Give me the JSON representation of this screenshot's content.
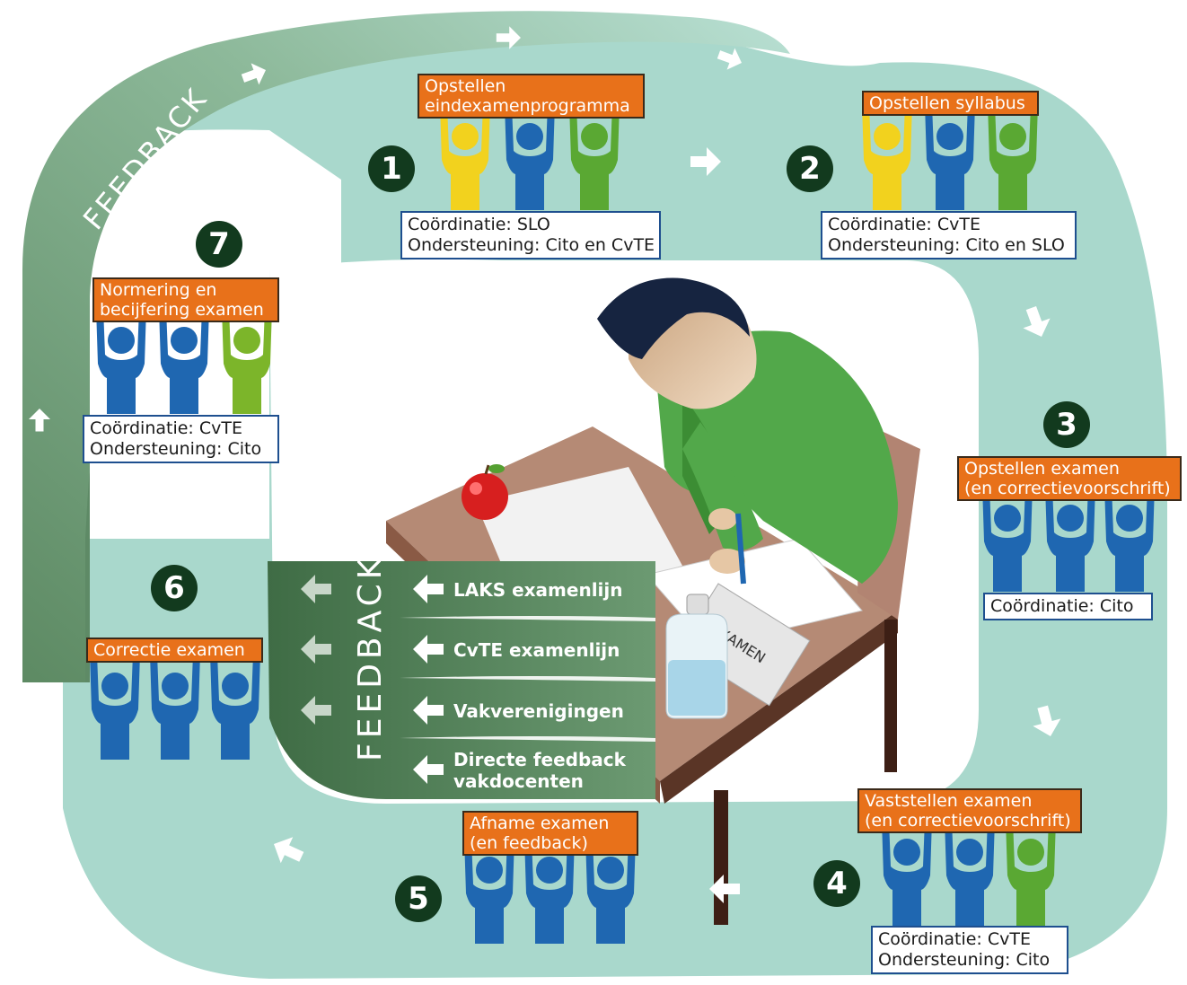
{
  "feedback_arc_label": "FEEDBACK",
  "feedback_panel_label": "FEEDBACK",
  "feedback_channels": [
    "LAKS examenlijn",
    "CvTE examenlijn",
    "Vakverenigingen",
    "Directe feedback vakdocenten"
  ],
  "feedback_channels_lines": {
    "directe_line1": "Directe feedback",
    "directe_line2": "vakdocenten"
  },
  "steps": [
    {
      "number": "1",
      "title_line1": "Opstellen",
      "title_line2": "eindexamenprogramma",
      "info_line1": "Coördinatie: SLO",
      "info_line2": "Ondersteuning: Cito en CvTE"
    },
    {
      "number": "2",
      "title_line1": "Opstellen syllabus",
      "info_line1": "Coördinatie: CvTE",
      "info_line2": "Ondersteuning: Cito en SLO"
    },
    {
      "number": "3",
      "title_line1": "Opstellen examen",
      "title_line2": "(en correctievoorschrift)",
      "info_line1": "Coördinatie: Cito"
    },
    {
      "number": "4",
      "title_line1": "Vaststellen examen",
      "title_line2": "(en correctievoorschrift)",
      "info_line1": "Coördinatie: CvTE",
      "info_line2": "Ondersteuning: Cito"
    },
    {
      "number": "5",
      "title_line1": "Afname examen",
      "title_line2": "(en feedback)"
    },
    {
      "number": "6",
      "title_line1": "Correctie examen"
    },
    {
      "number": "7",
      "title_line1": "Normering en",
      "title_line2": "becijfering examen",
      "info_line1": "Coördinatie: CvTE",
      "info_line2": "Ondersteuning: Cito"
    }
  ],
  "exam_paper_text": "EXAMEN",
  "colors": {
    "track": "#a9d8cc",
    "feedback_band": "#5e8a66",
    "label_orange": "#e8711a",
    "number_circle": "#123a1e",
    "person_blue": "#1f67b1",
    "person_yellow": "#f2d21e",
    "person_green": "#5aa833",
    "info_border": "#1e4f8f"
  }
}
